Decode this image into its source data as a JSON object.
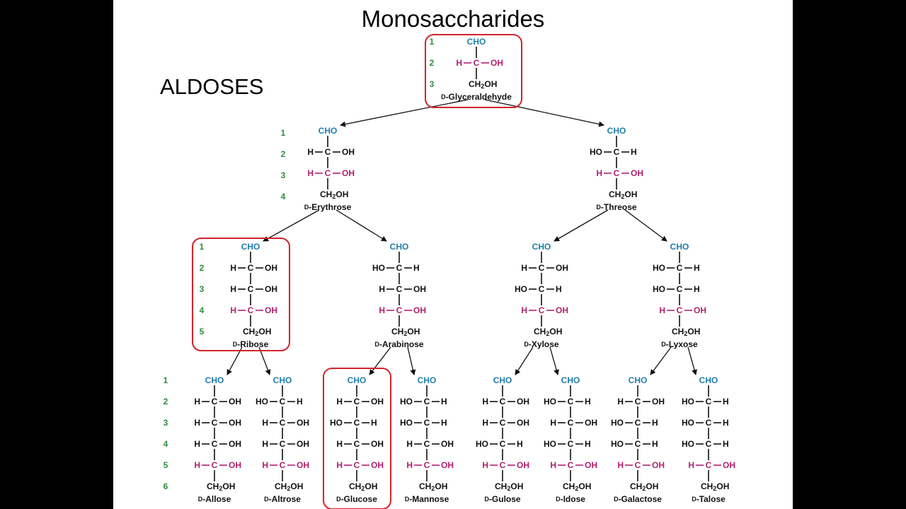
{
  "slide": {
    "title": "Monosaccharides",
    "heading": "ALDOSES"
  },
  "colors": {
    "cho": "#1f7ea8",
    "highlight": "#b0206f",
    "number": "#2e8b3e",
    "box": "#d2232a",
    "text": "#111111"
  },
  "molecules": [
    {
      "id": "glyceraldehyde",
      "prefix": "D",
      "name": "-Glyceraldehyde",
      "rows": [
        [
          "H",
          "OH"
        ]
      ],
      "boxed": true
    },
    {
      "id": "erythrose",
      "prefix": "D",
      "name": "-Erythrose",
      "rows": [
        [
          "H",
          "OH"
        ],
        [
          "H",
          "OH"
        ]
      ],
      "boxed": false
    },
    {
      "id": "threose",
      "prefix": "D",
      "name": "-Threose",
      "rows": [
        [
          "HO",
          "H"
        ],
        [
          "H",
          "OH"
        ]
      ],
      "boxed": false
    },
    {
      "id": "ribose",
      "prefix": "D",
      "name": "-Ribose",
      "rows": [
        [
          "H",
          "OH"
        ],
        [
          "H",
          "OH"
        ],
        [
          "H",
          "OH"
        ]
      ],
      "boxed": true
    },
    {
      "id": "arabinose",
      "prefix": "D",
      "name": "-Arabinose",
      "rows": [
        [
          "HO",
          "H"
        ],
        [
          "H",
          "OH"
        ],
        [
          "H",
          "OH"
        ]
      ],
      "boxed": false
    },
    {
      "id": "xylose",
      "prefix": "D",
      "name": "-Xylose",
      "rows": [
        [
          "H",
          "OH"
        ],
        [
          "HO",
          "H"
        ],
        [
          "H",
          "OH"
        ]
      ],
      "boxed": false
    },
    {
      "id": "lyxose",
      "prefix": "D",
      "name": "-Lyxose",
      "rows": [
        [
          "HO",
          "H"
        ],
        [
          "HO",
          "H"
        ],
        [
          "H",
          "OH"
        ]
      ],
      "boxed": false
    },
    {
      "id": "allose",
      "prefix": "D",
      "name": "-Allose",
      "rows": [
        [
          "H",
          "OH"
        ],
        [
          "H",
          "OH"
        ],
        [
          "H",
          "OH"
        ],
        [
          "H",
          "OH"
        ]
      ],
      "boxed": false
    },
    {
      "id": "altrose",
      "prefix": "D",
      "name": "-Altrose",
      "rows": [
        [
          "HO",
          "H"
        ],
        [
          "H",
          "OH"
        ],
        [
          "H",
          "OH"
        ],
        [
          "H",
          "OH"
        ]
      ],
      "boxed": false
    },
    {
      "id": "glucose",
      "prefix": "D",
      "name": "-Glucose",
      "rows": [
        [
          "H",
          "OH"
        ],
        [
          "HO",
          "H"
        ],
        [
          "H",
          "OH"
        ],
        [
          "H",
          "OH"
        ]
      ],
      "boxed": true
    },
    {
      "id": "mannose",
      "prefix": "D",
      "name": "-Mannose",
      "rows": [
        [
          "HO",
          "H"
        ],
        [
          "HO",
          "H"
        ],
        [
          "H",
          "OH"
        ],
        [
          "H",
          "OH"
        ]
      ],
      "boxed": false
    },
    {
      "id": "gulose",
      "prefix": "D",
      "name": "-Gulose",
      "rows": [
        [
          "H",
          "OH"
        ],
        [
          "H",
          "OH"
        ],
        [
          "HO",
          "H"
        ],
        [
          "H",
          "OH"
        ]
      ],
      "boxed": false
    },
    {
      "id": "idose",
      "prefix": "D",
      "name": "-Idose",
      "rows": [
        [
          "HO",
          "H"
        ],
        [
          "H",
          "OH"
        ],
        [
          "HO",
          "H"
        ],
        [
          "H",
          "OH"
        ]
      ],
      "boxed": false
    },
    {
      "id": "galactose",
      "prefix": "D",
      "name": "-Galactose",
      "rows": [
        [
          "H",
          "OH"
        ],
        [
          "HO",
          "H"
        ],
        [
          "HO",
          "H"
        ],
        [
          "H",
          "OH"
        ]
      ],
      "boxed": false
    },
    {
      "id": "talose",
      "prefix": "D",
      "name": "-Talose",
      "rows": [
        [
          "HO",
          "H"
        ],
        [
          "HO",
          "H"
        ],
        [
          "HO",
          "H"
        ],
        [
          "H",
          "OH"
        ]
      ],
      "boxed": false
    }
  ],
  "cho_label": "CHO",
  "carbon_label": "C",
  "terminal_label": [
    "CH",
    "2",
    "OH"
  ],
  "carbon_numbers": [
    "1",
    "2",
    "3",
    "4",
    "5",
    "6"
  ],
  "arrows": [
    [
      "glyceraldehyde",
      "erythrose"
    ],
    [
      "glyceraldehyde",
      "threose"
    ],
    [
      "erythrose",
      "ribose"
    ],
    [
      "erythrose",
      "arabinose"
    ],
    [
      "threose",
      "xylose"
    ],
    [
      "threose",
      "lyxose"
    ],
    [
      "ribose",
      "allose"
    ],
    [
      "ribose",
      "altrose"
    ],
    [
      "arabinose",
      "glucose"
    ],
    [
      "arabinose",
      "mannose"
    ],
    [
      "xylose",
      "gulose"
    ],
    [
      "xylose",
      "idose"
    ],
    [
      "lyxose",
      "galactose"
    ],
    [
      "lyxose",
      "talose"
    ]
  ]
}
